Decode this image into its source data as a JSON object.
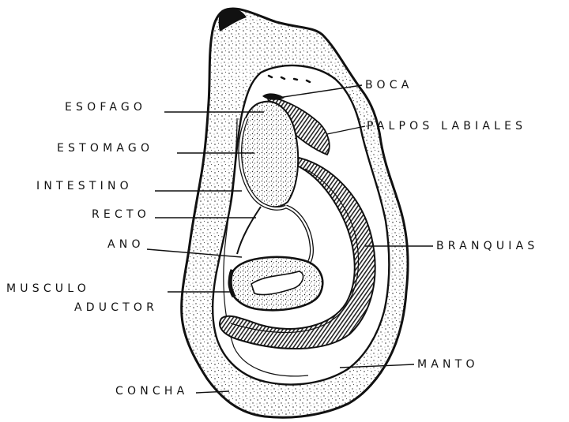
{
  "labels": {
    "boca": "BOCA",
    "esofago": "ESOFAGO",
    "palpos_labiales": "PALPOS LABIALES",
    "estomago": "ESTOMAGO",
    "intestino": "INTESTINO",
    "recto": "RECTO",
    "ano": "ANO",
    "branquias": "BRANQUIAS",
    "musculo": "MUSCULO",
    "aductor": "ADUCTOR",
    "manto": "MANTO",
    "concha": "CONCHA"
  }
}
